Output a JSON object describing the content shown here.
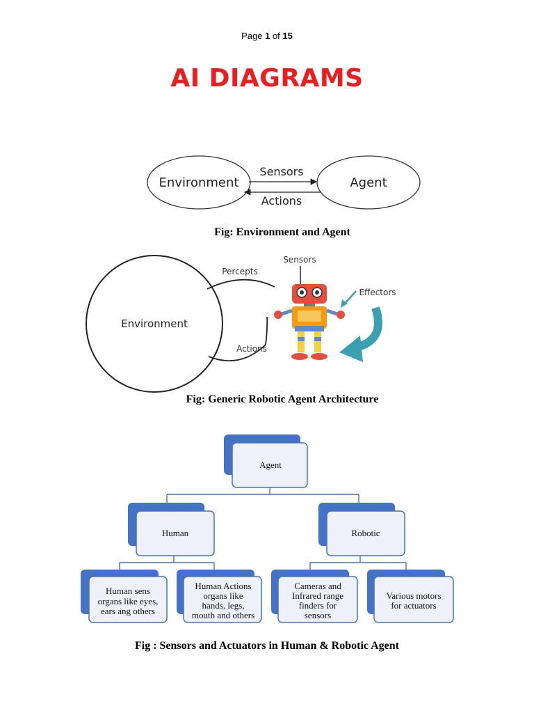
{
  "page_indicator": {
    "prefix": "Page",
    "current": "1",
    "of": "of",
    "total": "15"
  },
  "document_title": "AI DIAGRAMS",
  "figure1": {
    "environment": "Environment",
    "agent": "Agent",
    "sensors": "Sensors",
    "actions": "Actions",
    "caption": "Fig: Environment and Agent"
  },
  "figure2": {
    "environment": "Environment",
    "percepts": "Percepts",
    "actions": "Actions",
    "sensors": "Sensors",
    "effectors": "Effectors",
    "caption": "Fig: Generic Robotic Agent Architecture"
  },
  "figure3": {
    "root": "Agent",
    "human": "Human",
    "robotic": "Robotic",
    "human_sens": [
      "Human sens",
      "organs like eyes,",
      "ears ang others"
    ],
    "human_actions": [
      "Human Actions",
      "organs like",
      "hands, legs,",
      "mouth and others"
    ],
    "cameras": [
      "Cameras and",
      "Infrared range",
      "finders for",
      "sensors"
    ],
    "motors": [
      "Various motors",
      "for actuators"
    ],
    "caption": "Fig : Sensors and Actuators in Human & Robotic Agent"
  },
  "colors": {
    "title": "#ee1c1c",
    "tree_accent": "#4472c4",
    "robot_orange": "#f39c12",
    "robot_red": "#e74c3c",
    "arrow_teal": "#3a9fb0"
  }
}
